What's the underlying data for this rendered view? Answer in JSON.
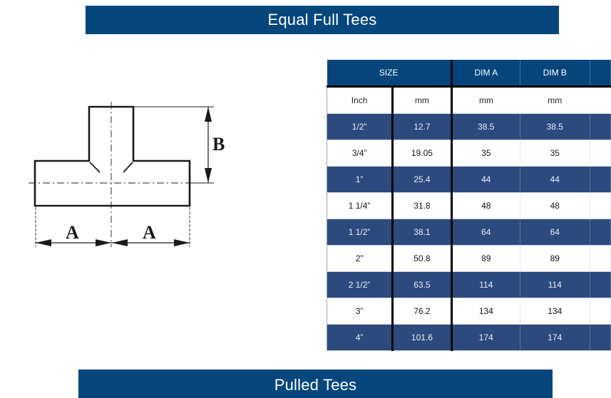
{
  "banners": {
    "top": "Equal Full Tees",
    "bottom": "Pulled Tees"
  },
  "diagram": {
    "label_a": "A",
    "label_b": "B"
  },
  "table": {
    "headers": {
      "size": "SIZE",
      "dim_a": "DIM A",
      "dim_b": "DIM B",
      "extra": ""
    },
    "units": {
      "inch": "Inch",
      "mm": "mm",
      "dim_a": "mm",
      "dim_b": "mm",
      "extra": ""
    },
    "rows": [
      {
        "inch": "1/2”",
        "mm": "12.7",
        "dim_a": "38.5",
        "dim_b": "38.5",
        "extra": ""
      },
      {
        "inch": "3/4”",
        "mm": "19.05",
        "dim_a": "35",
        "dim_b": "35",
        "extra": ""
      },
      {
        "inch": "1”",
        "mm": "25.4",
        "dim_a": "44",
        "dim_b": "44",
        "extra": ""
      },
      {
        "inch": "1 1/4”",
        "mm": "31.8",
        "dim_a": "48",
        "dim_b": "48",
        "extra": ""
      },
      {
        "inch": "1 1/2”",
        "mm": "38.1",
        "dim_a": "64",
        "dim_b": "64",
        "extra": ""
      },
      {
        "inch": "2”",
        "mm": "50.8",
        "dim_a": "89",
        "dim_b": "89",
        "extra": ""
      },
      {
        "inch": "2 1/2”",
        "mm": "63.5",
        "dim_a": "114",
        "dim_b": "114",
        "extra": ""
      },
      {
        "inch": "3”",
        "mm": "76.2",
        "dim_a": "134",
        "dim_b": "134",
        "extra": ""
      },
      {
        "inch": "4”",
        "mm": "101.6",
        "dim_a": "174",
        "dim_b": "174",
        "extra": ""
      }
    ]
  },
  "colors": {
    "banner": "#05467c",
    "header": "#05457b",
    "row_blue": "#2d4a7f"
  }
}
